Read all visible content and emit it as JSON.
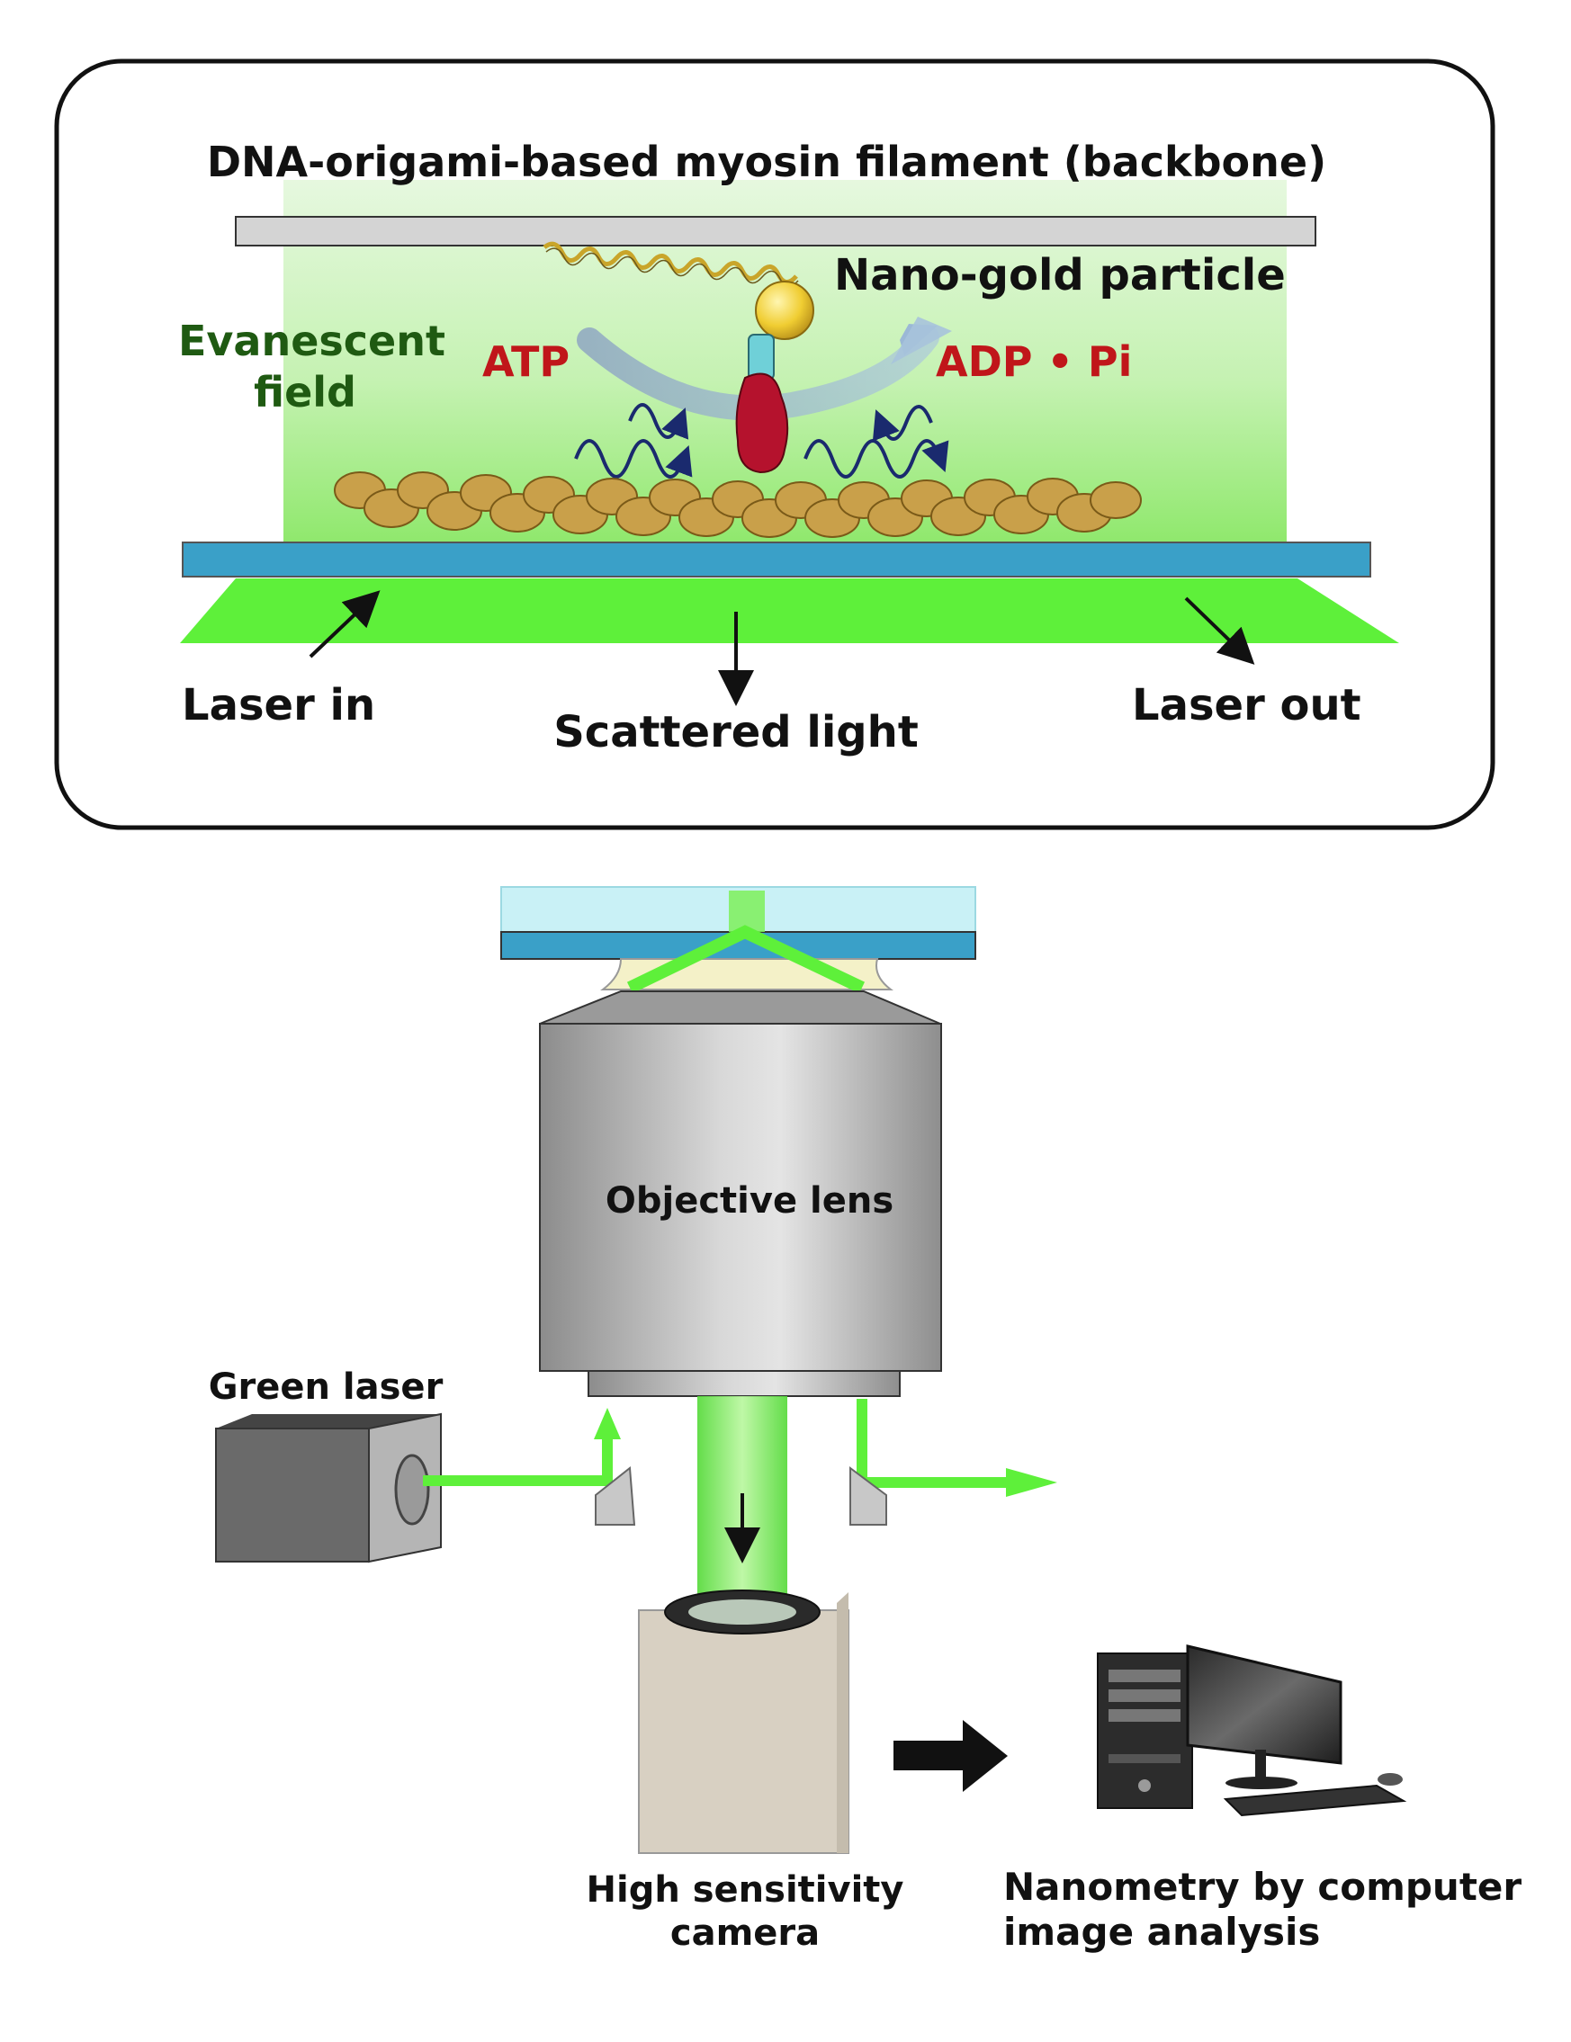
{
  "inset": {
    "backbone_label": "DNA-origami-based myosin filament (backbone)",
    "nano_gold_label": "Nano-gold particle",
    "evanescent_line1": "Evanescent",
    "evanescent_line2": "field",
    "atp_label": "ATP",
    "adp_label": "ADP • Pi",
    "laser_in_label": "Laser in",
    "scattered_label": "Scattered light",
    "laser_out_label": "Laser out"
  },
  "setup": {
    "objective_label": "Objective lens",
    "green_laser_label": "Green laser",
    "camera_line1": "High sensitivity",
    "camera_line2": "camera",
    "analysis_line1": "Nanometry by computer",
    "analysis_line2": "image analysis"
  },
  "colors": {
    "laser_green": "#5ef03a",
    "evanescent_field": "#b9f0a8",
    "substrate_blue": "#3aa0c8",
    "myosin_red": "#b5122d",
    "gold": "#f2d23c",
    "actin": "#c9a04a"
  }
}
